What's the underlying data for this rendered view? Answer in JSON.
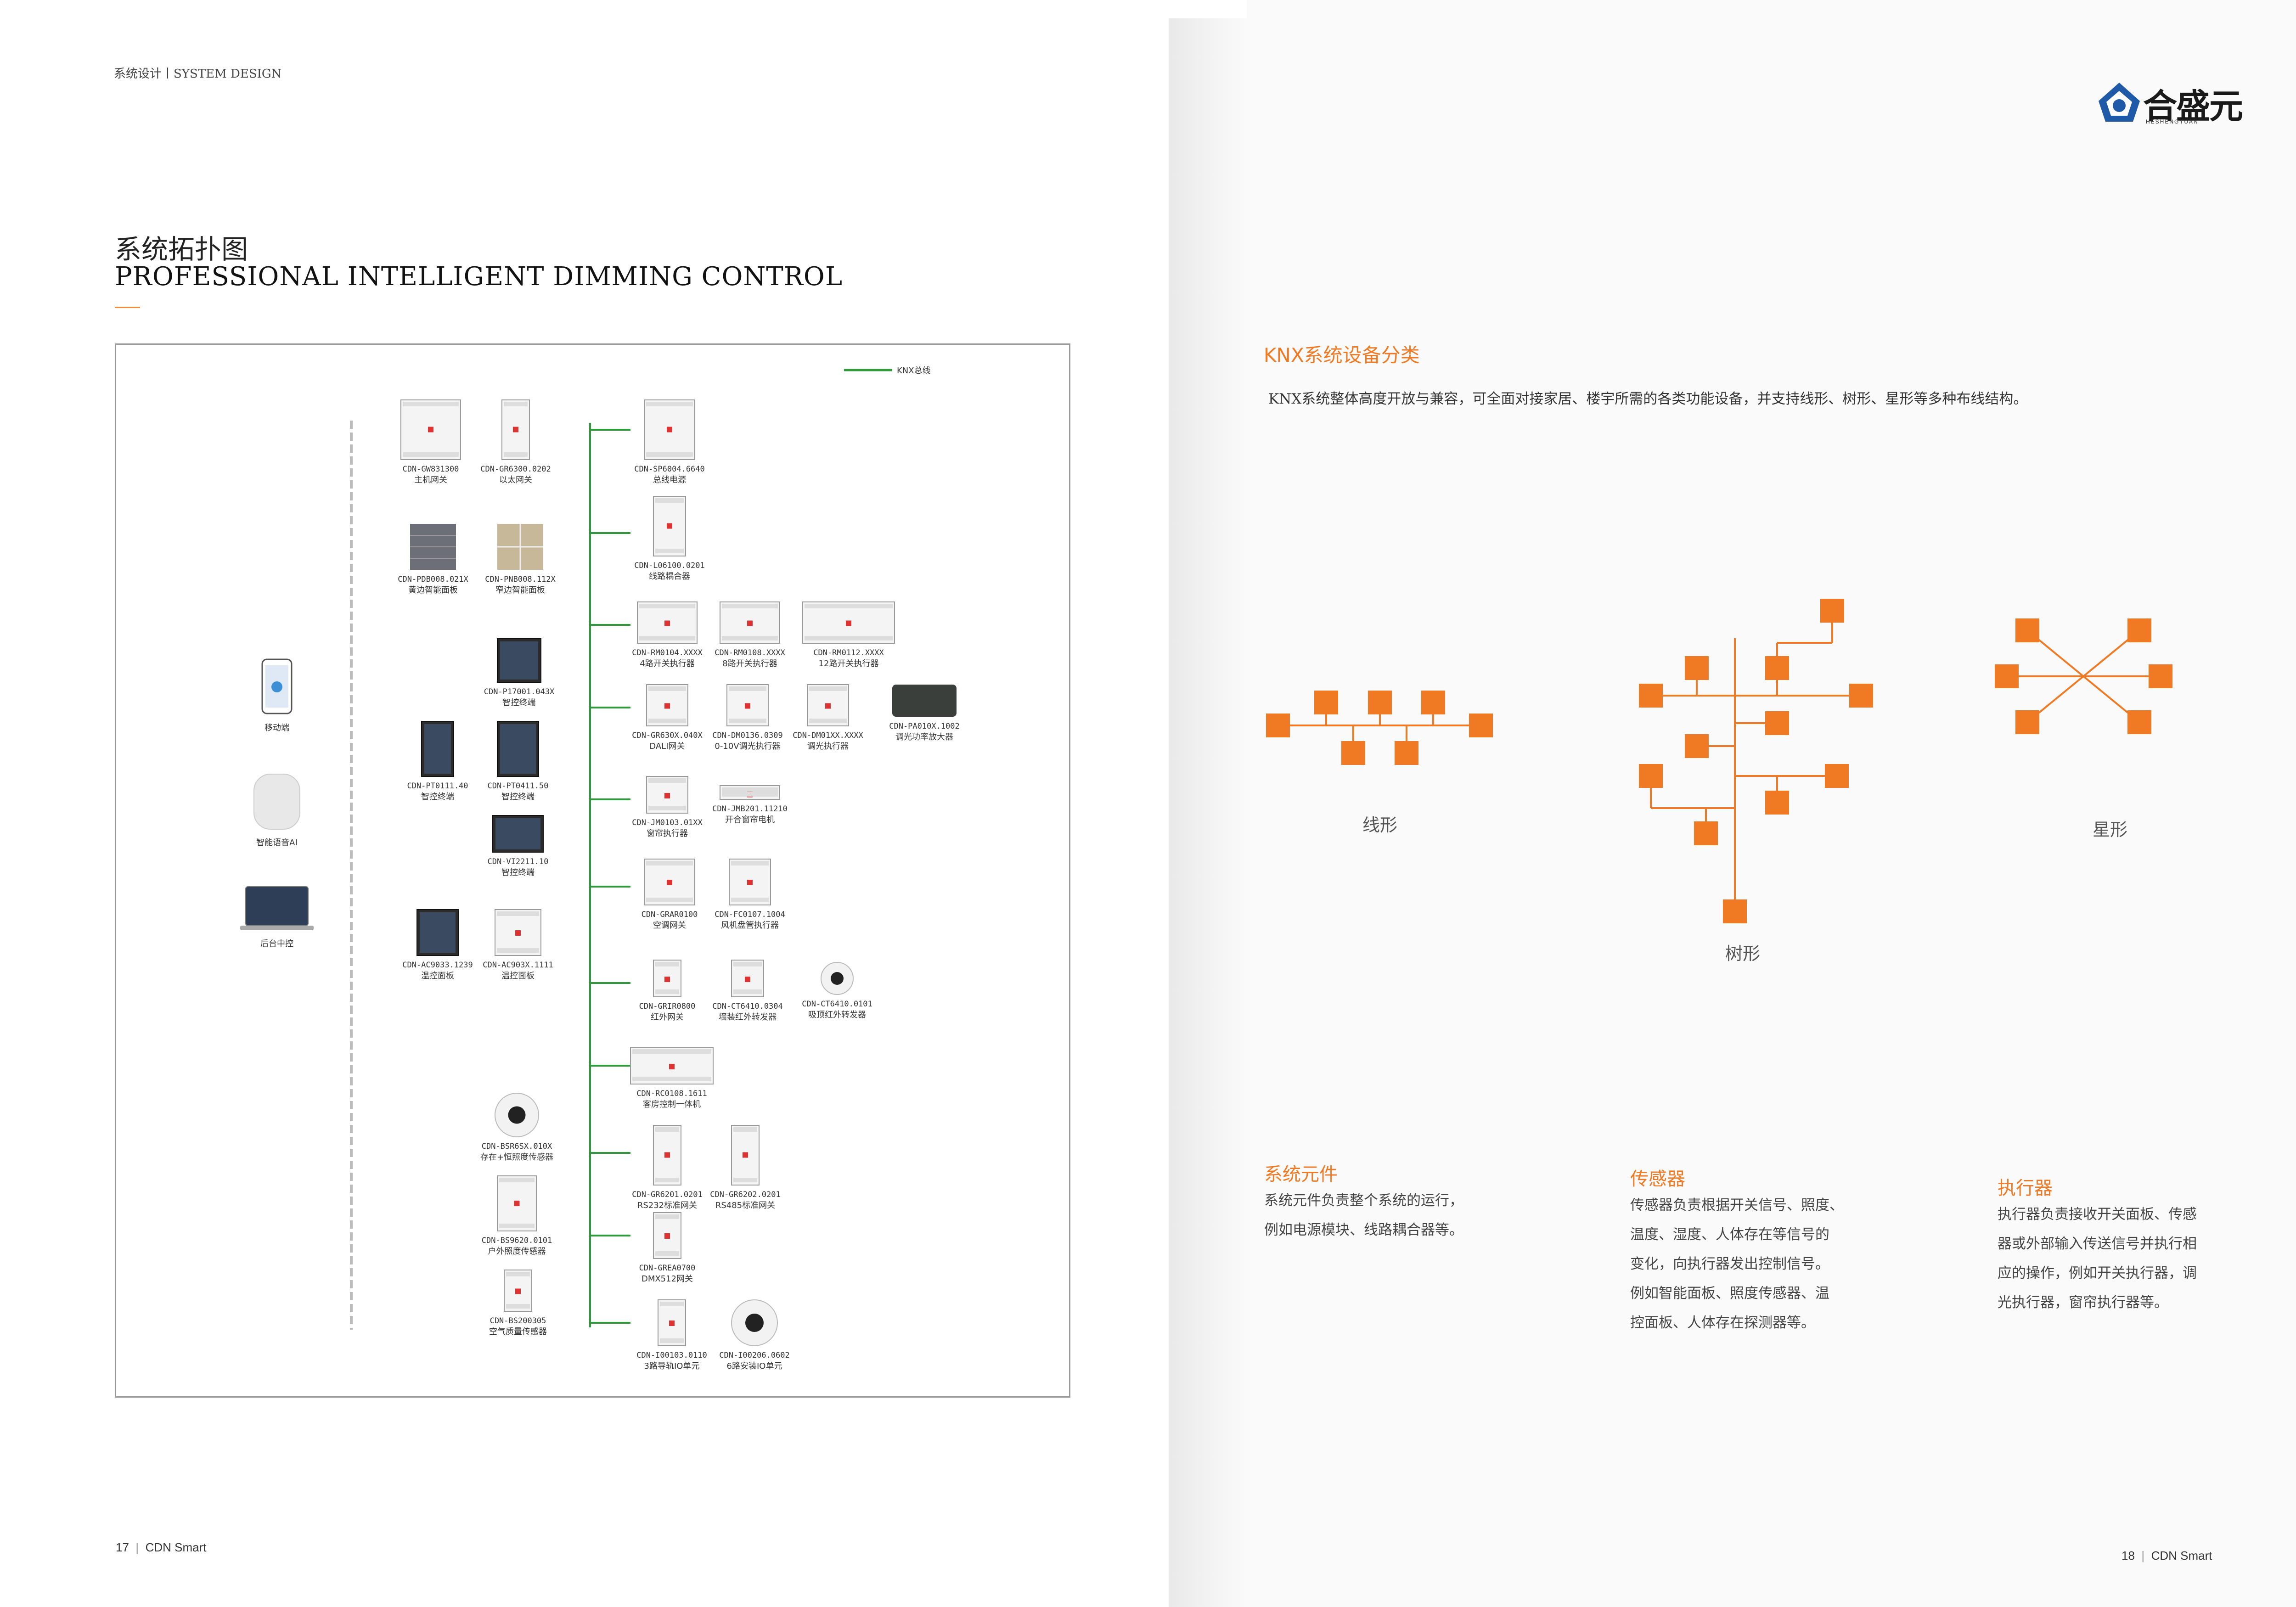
{
  "left_page": {
    "header": "系统设计丨SYSTEM DESIGN",
    "title_cn": "系统拓扑图",
    "title_en": "PROFESSIONAL INTELLIGENT DIMMING CONTROL",
    "legend": "KNX总线",
    "page_footer": {
      "number": "17",
      "brand": "CDN Smart"
    },
    "clients": [
      {
        "label": "移动端",
        "icon": "phone-icon"
      },
      {
        "label": "智能语音AI",
        "icon": "smart-speaker-icon"
      },
      {
        "label": "后台中控",
        "icon": "laptop-icon"
      }
    ],
    "left_devices": [
      {
        "code": "CDN-GW831300",
        "name": "主机网关"
      },
      {
        "code": "CDN-GR6300.0202",
        "name": "以太网关"
      },
      {
        "code": "CDN-PDB008.021X",
        "name": "黄边智能面板"
      },
      {
        "code": "CDN-PNB008.112X",
        "name": "窄边智能面板"
      },
      {
        "code": "CDN-P17001.043X",
        "name": "智控终端"
      },
      {
        "code": "CDN-PT0111.40",
        "name": "智控终端"
      },
      {
        "code": "CDN-PT0411.50",
        "name": "智控终端"
      },
      {
        "code": "CDN-VI2211.10",
        "name": "智控终端"
      },
      {
        "code": "CDN-AC9033.1239",
        "name": "温控面板"
      },
      {
        "code": "CDN-AC903X.1111",
        "name": "温控面板"
      },
      {
        "code": "CDN-BSR6SX.010X",
        "name": "存在+恒照度传感器"
      },
      {
        "code": "CDN-BS9620.0101",
        "name": "户外照度传感器"
      },
      {
        "code": "CDN-BS200305",
        "name": "空气质量传感器"
      }
    ],
    "bus_devices": [
      {
        "code": "CDN-SP6004.6640",
        "name": "总线电源"
      },
      {
        "code": "CDN-L06100.0201",
        "name": "线路耦合器"
      },
      {
        "code": "CDN-RM0104.XXXX",
        "name": "4路开关执行器"
      },
      {
        "code": "CDN-RM0108.XXXX",
        "name": "8路开关执行器"
      },
      {
        "code": "CDN-RM0112.XXXX",
        "name": "12路开关执行器"
      },
      {
        "code": "CDN-GR630X.040X",
        "name": "DALI网关"
      },
      {
        "code": "CDN-DM0136.0309",
        "name": "0-10V调光执行器"
      },
      {
        "code": "CDN-DM01XX.XXXX",
        "name": "调光执行器"
      },
      {
        "code": "CDN-PA010X.1002",
        "name": "调光功率放大器"
      },
      {
        "code": "CDN-JM0103.01XX",
        "name": "窗帘执行器"
      },
      {
        "code": "CDN-JMB201.11210",
        "name": "开合窗帘电机"
      },
      {
        "code": "CDN-GRAR0100",
        "name": "空调网关"
      },
      {
        "code": "CDN-FC0107.1004",
        "name": "风机盘管执行器"
      },
      {
        "code": "CDN-GRIR0800",
        "name": "红外网关"
      },
      {
        "code": "CDN-CT6410.0304",
        "name": "墙装红外转发器"
      },
      {
        "code": "CDN-CT6410.0101",
        "name": "吸顶红外转发器"
      },
      {
        "code": "CDN-RC0108.1611",
        "name": "客房控制一体机"
      },
      {
        "code": "CDN-GR6201.0201",
        "name": "RS232标准网关"
      },
      {
        "code": "CDN-GR6202.0201",
        "name": "RS485标准网关"
      },
      {
        "code": "CDN-GREA0700",
        "name": "DMX512网关"
      },
      {
        "code": "CDN-I00103.0110",
        "name": "3路导轨IO单元"
      },
      {
        "code": "CDN-I00206.0602",
        "name": "6路安装IO单元"
      }
    ]
  },
  "right_page": {
    "logo_text": "合盛元",
    "logo_sub": "HESHENGYUAN",
    "knx_heading": "KNX系统设备分类",
    "knx_desc": "KNX系统整体高度开放与兼容，可全面对接家居、楼宇所需的各类功能设备，并支持线形、树形、星形等多种布线结构。",
    "topologies": {
      "linear": "线形",
      "tree": "树形",
      "star": "星形"
    },
    "sections": [
      {
        "title": "系统元件",
        "body": [
          "系统元件负责整个系统的运行，",
          "例如电源模块、线路耦合器等。"
        ]
      },
      {
        "title": "传感器",
        "body": [
          "传感器负责根据开关信号、照度、",
          "温度、湿度、人体存在等信号的",
          "变化，向执行器发出控制信号。",
          "例如智能面板、照度传感器、温",
          "控面板、人体存在探测器等。"
        ]
      },
      {
        "title": "执行器",
        "body": [
          "执行器负责接收开关面板、传感",
          "器或外部输入传送信号并执行相",
          "应的操作，例如开关执行器，调",
          "光执行器，窗帘执行器等。"
        ]
      }
    ],
    "page_footer": {
      "number": "18",
      "brand": "CDN Smart"
    },
    "accent_color": "#f07a24",
    "bus_color": "#2e9b3a"
  }
}
